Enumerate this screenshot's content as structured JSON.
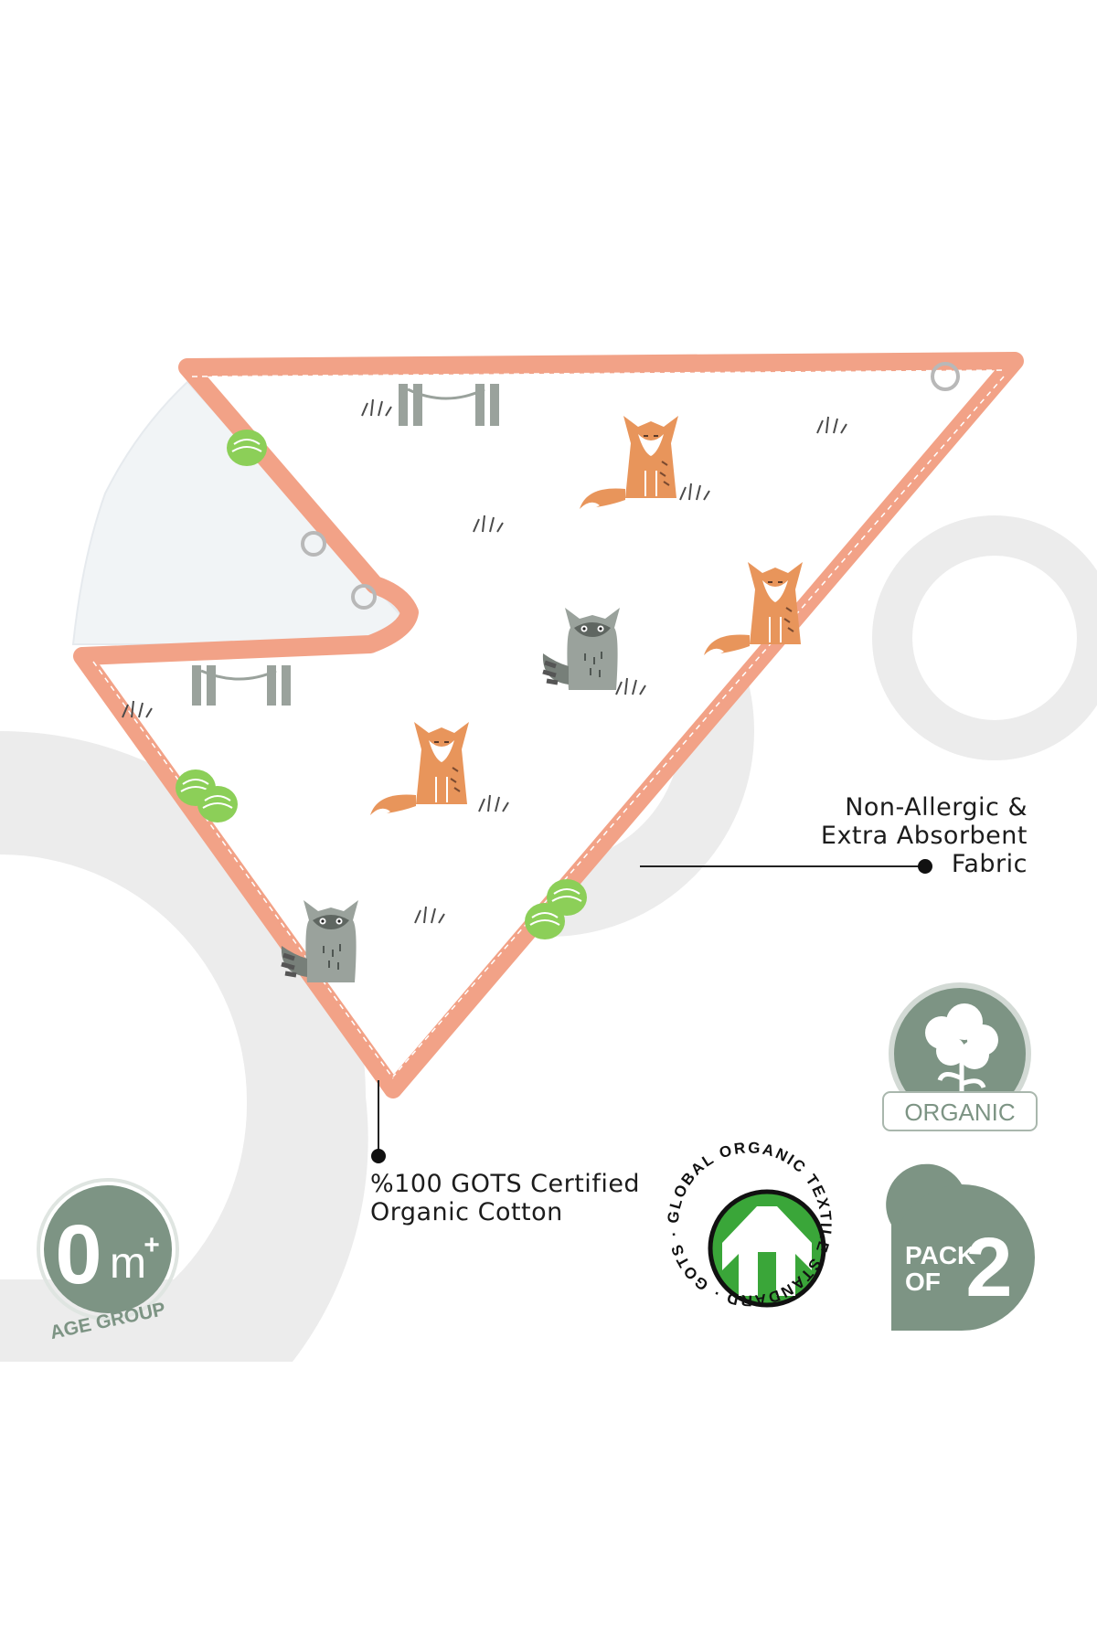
{
  "callouts": {
    "fabric": [
      "Non-Allergic &",
      "Extra Absorbent",
      "Fabric"
    ],
    "cotton": [
      "%100 GOTS Certified",
      "Organic Cotton"
    ]
  },
  "badges": {
    "age": {
      "value": "0",
      "unit": "m",
      "plus": "+",
      "caption": "AGE GROUP"
    },
    "gots": {
      "ring_text": "GLOBAL ORGANIC TEXTILE STANDARD · GOTS ·"
    },
    "organic": {
      "label": "ORGANIC"
    },
    "pack": {
      "line1": "PACK",
      "line2": "OF",
      "count": "2"
    }
  },
  "colors": {
    "sage": "#7d9484",
    "trim": "#f2a287",
    "fox": "#e8955b",
    "raccoon": "#9aa29c",
    "tree": "#8ccf58",
    "gots_green": "#3aa639",
    "bg_ring": "#ececec"
  },
  "icons": [
    "cotton-flower-icon",
    "gots-shirt-icon",
    "snap-button-icon"
  ]
}
